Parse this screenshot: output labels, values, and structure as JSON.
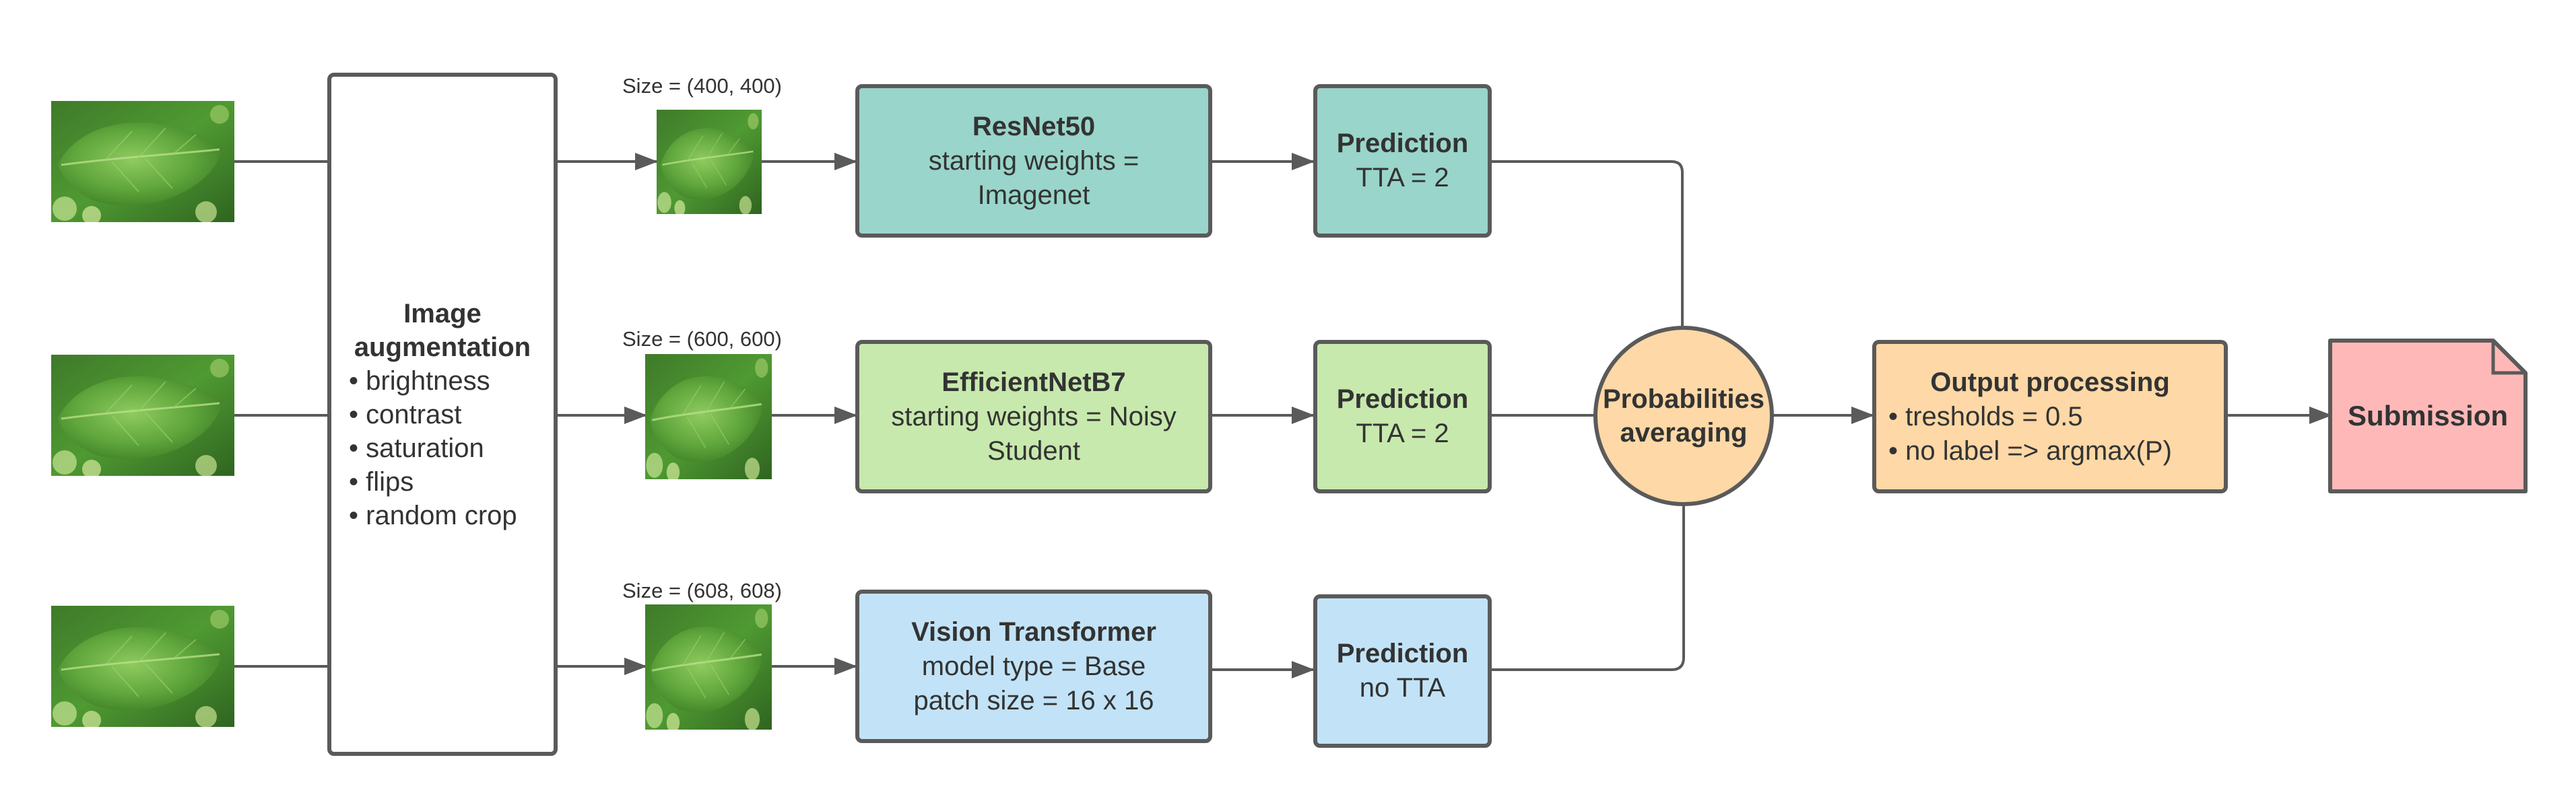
{
  "colors": {
    "resnet": "#99d5ca",
    "efficientnet": "#c7e9ad",
    "vit": "#c2e3f7",
    "augmentation": "#ffeca8",
    "averaging": "#fed8a6",
    "output": "#fed8a6",
    "submission": "#ffb8b8",
    "stroke": "#5a5a5a"
  },
  "input_images": [
    {
      "icon": "leaf-image"
    },
    {
      "icon": "leaf-image"
    },
    {
      "icon": "leaf-image"
    }
  ],
  "augmentation": {
    "title": "Image augmentation",
    "items": [
      "brightness",
      "contrast",
      "saturation",
      "flips",
      "random crop"
    ]
  },
  "resized_images": [
    {
      "size_label": "Size = (400, 400)"
    },
    {
      "size_label": "Size = (600, 600)"
    },
    {
      "size_label": "Size = (608, 608)"
    }
  ],
  "models": [
    {
      "title": "ResNet50",
      "lines": [
        "starting weights =",
        "Imagenet"
      ]
    },
    {
      "title": "EfficientNetB7",
      "lines": [
        "starting weights = Noisy",
        "Student"
      ]
    },
    {
      "title": "Vision Transformer",
      "lines": [
        "model type = Base",
        "patch size = 16 x 16"
      ]
    }
  ],
  "predictions": [
    {
      "title": "Prediction",
      "detail": "TTA = 2"
    },
    {
      "title": "Prediction",
      "detail": "TTA = 2"
    },
    {
      "title": "Prediction",
      "detail": "no TTA"
    }
  ],
  "averaging": {
    "line1": "Probabilities",
    "line2": "averaging"
  },
  "output": {
    "title": "Output processing",
    "items": [
      "tresholds = 0.5",
      "no label => argmax(P)"
    ]
  },
  "submission": {
    "label": "Submission"
  }
}
